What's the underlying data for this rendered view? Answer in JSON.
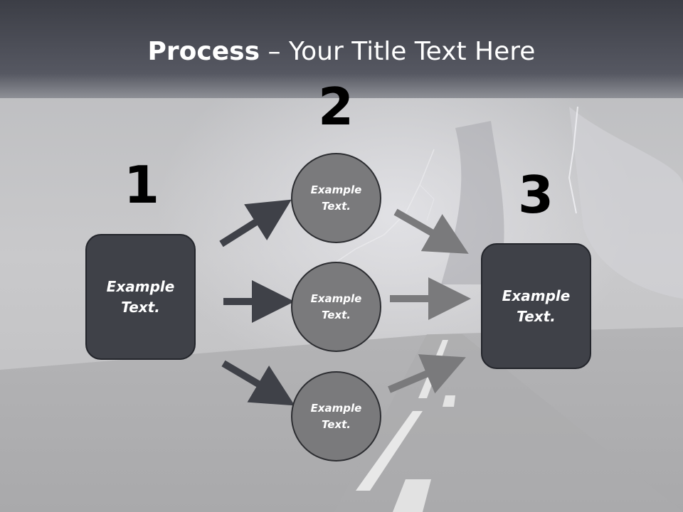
{
  "title": {
    "bold": "Process",
    "rest": " – Your Title Text Here"
  },
  "steps": {
    "one": "1",
    "two": "2",
    "three": "3"
  },
  "left_box": {
    "text": "Example Text."
  },
  "right_box": {
    "text": "Example Text."
  },
  "circles": [
    {
      "text": "Example Text."
    },
    {
      "text": "Example Text."
    },
    {
      "text": "Example Text."
    }
  ],
  "colors": {
    "dark_arrow": "#3f4148",
    "light_arrow": "#7a7a7c",
    "box_fill": "#3f4148",
    "circle_fill": "#7a7a7c",
    "title_band": "#3e4049"
  }
}
